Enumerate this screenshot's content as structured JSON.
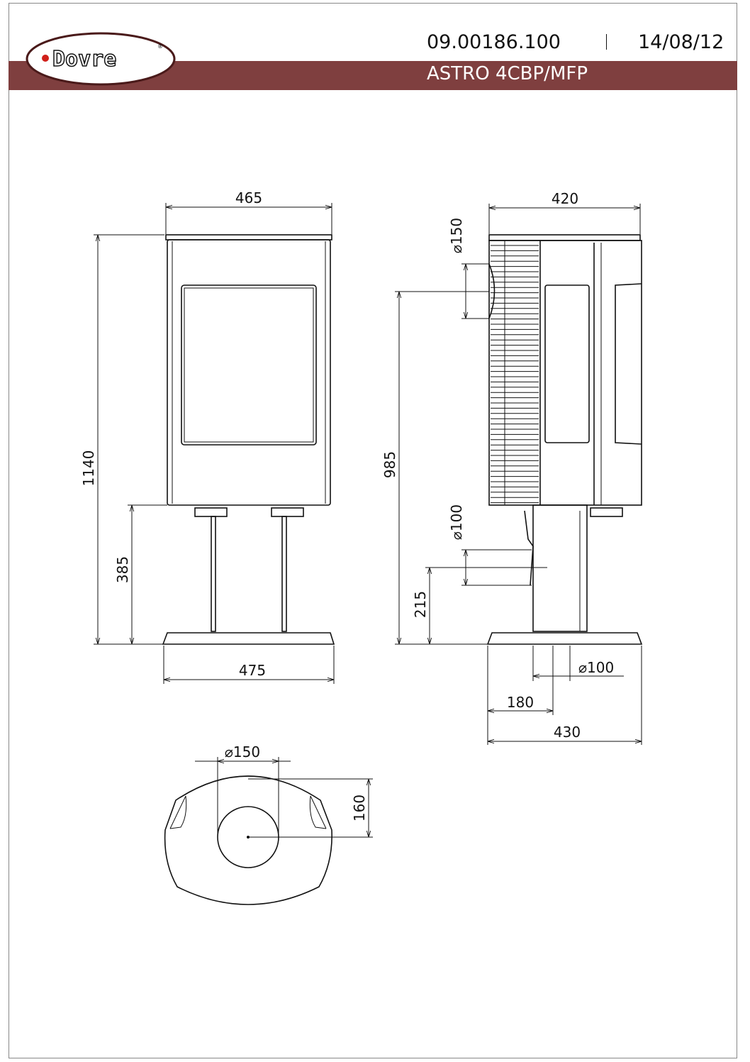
{
  "header": {
    "doc_number": "09.00186.100",
    "date": "14/08/12",
    "model": "ASTRO 4CBP/MFP",
    "brand": "Dovre",
    "accent_color": "#7f3f3f"
  },
  "front_view": {
    "width_top": "465",
    "height_total": "1140",
    "height_pedestal": "385",
    "width_base": "475"
  },
  "side_view": {
    "depth_top": "420",
    "height_flue_rear": "985",
    "flue_rear_diameter": "⌀150",
    "air_inlet_diameter_side": "⌀100",
    "height_air_inlet": "215",
    "air_inlet_diameter_bottom": "⌀100",
    "air_inlet_offset": "180",
    "depth_base": "430"
  },
  "top_view": {
    "flue_top_diameter": "⌀150",
    "flue_top_offset": "160"
  }
}
